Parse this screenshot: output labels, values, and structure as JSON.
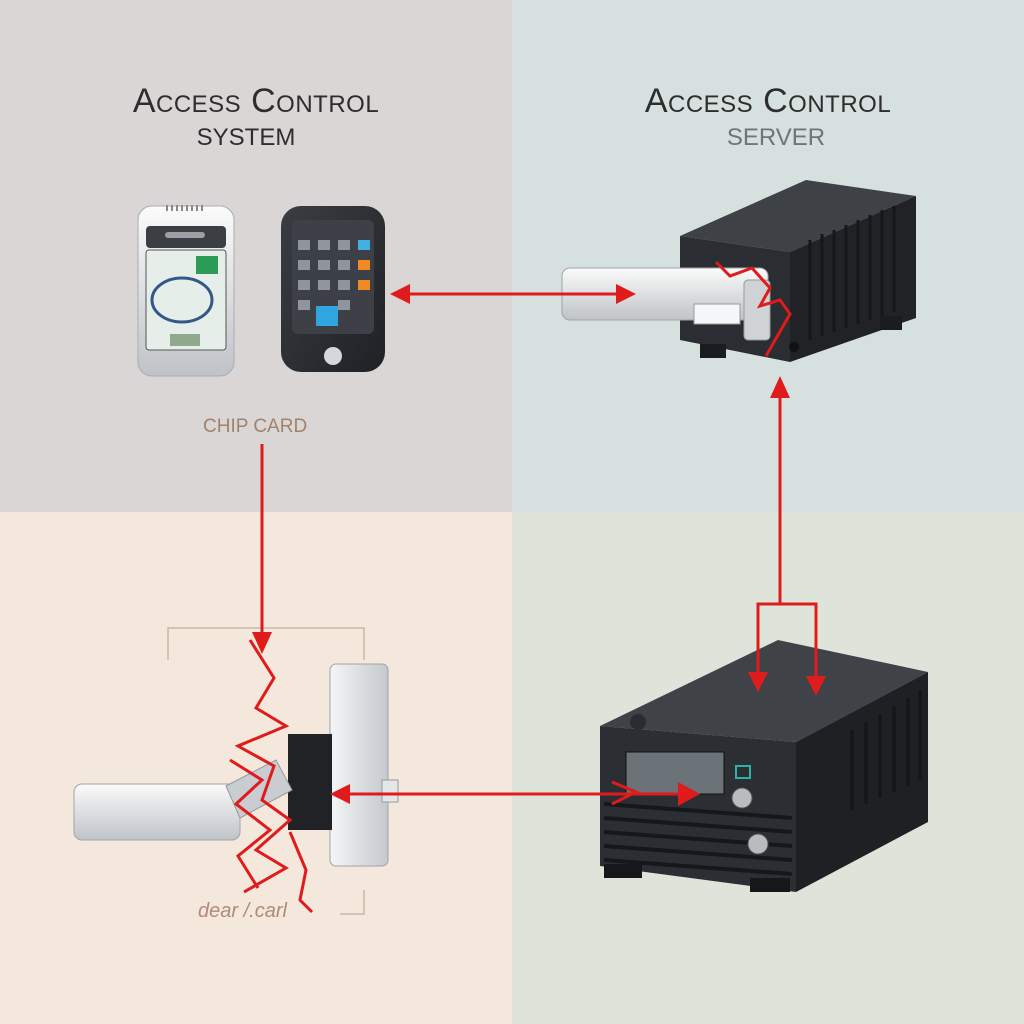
{
  "left_panel": {
    "title": "Access Control",
    "subtitle": "system",
    "device_label": "CHIP CARD"
  },
  "right_panel": {
    "title": "Access Control",
    "subtitle": "SERVER"
  },
  "bottom_left": {
    "label": "dear /.carl"
  },
  "colors": {
    "arrow": "#e01b1b",
    "device_dark": "#2e3136",
    "device_light": "#d9dcdf"
  }
}
